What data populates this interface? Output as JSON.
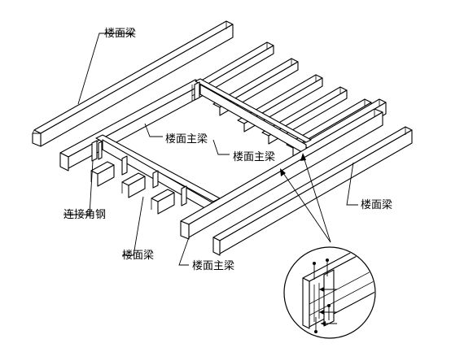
{
  "labels": {
    "floor_beam_top": "楼面梁",
    "main_beam_center": "楼面主梁",
    "main_beam_right": "楼面主梁",
    "floor_beam_right": "楼面梁",
    "angle_steel": "连接角钢",
    "floor_beam_bottom": "楼面梁",
    "main_beam_bottom": "楼面主梁"
  }
}
